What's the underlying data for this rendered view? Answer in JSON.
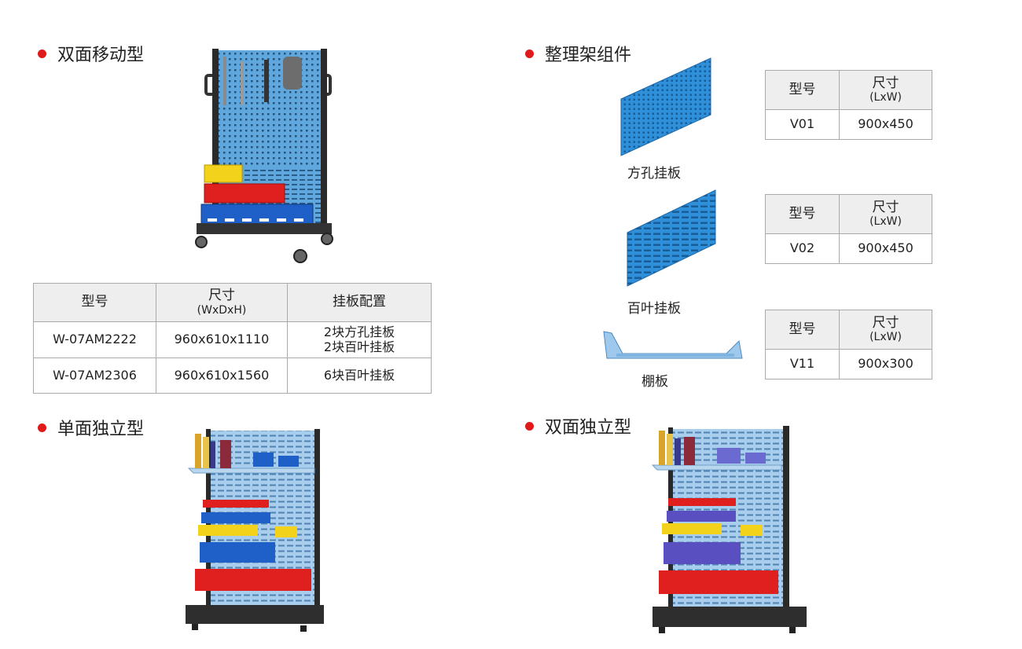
{
  "sections": {
    "double_mobile": {
      "title": "双面移动型"
    },
    "organizer_parts": {
      "title": "整理架组件"
    },
    "single_standalone": {
      "title": "单面独立型"
    },
    "double_standalone": {
      "title": "双面独立型"
    }
  },
  "main_table": {
    "headers": [
      {
        "label": "型号"
      },
      {
        "label": "尺寸",
        "sub": "(WxDxH)"
      },
      {
        "label": "挂板配置"
      }
    ],
    "rows": [
      {
        "model": "W-07AM2222",
        "size": "960x610x1110",
        "config": [
          "2块方孔挂板",
          "2块百叶挂板"
        ]
      },
      {
        "model": "W-07AM2306",
        "size": "960x610x1560",
        "config": [
          "6块百叶挂板"
        ]
      }
    ]
  },
  "components": [
    {
      "caption": "方孔挂板",
      "header_model": "型号",
      "header_size": "尺寸",
      "header_size_sub": "(LxW)",
      "model": "V01",
      "size": "900x450"
    },
    {
      "caption": "百叶挂板",
      "header_model": "型号",
      "header_size": "尺寸",
      "header_size_sub": "(LxW)",
      "model": "V02",
      "size": "900x450"
    },
    {
      "caption": "棚板",
      "header_model": "型号",
      "header_size": "尺寸",
      "header_size_sub": "(LxW)",
      "model": "V11",
      "size": "900x300"
    }
  ],
  "colors": {
    "bullet": "#e01a1a",
    "panel_blue": "#2f8fd8",
    "bin_yellow": "#f2d21a",
    "bin_red": "#e0201e",
    "bin_blue": "#1e5fc8",
    "bin_purple": "#5a4fc0",
    "frame_dark": "#333333"
  }
}
